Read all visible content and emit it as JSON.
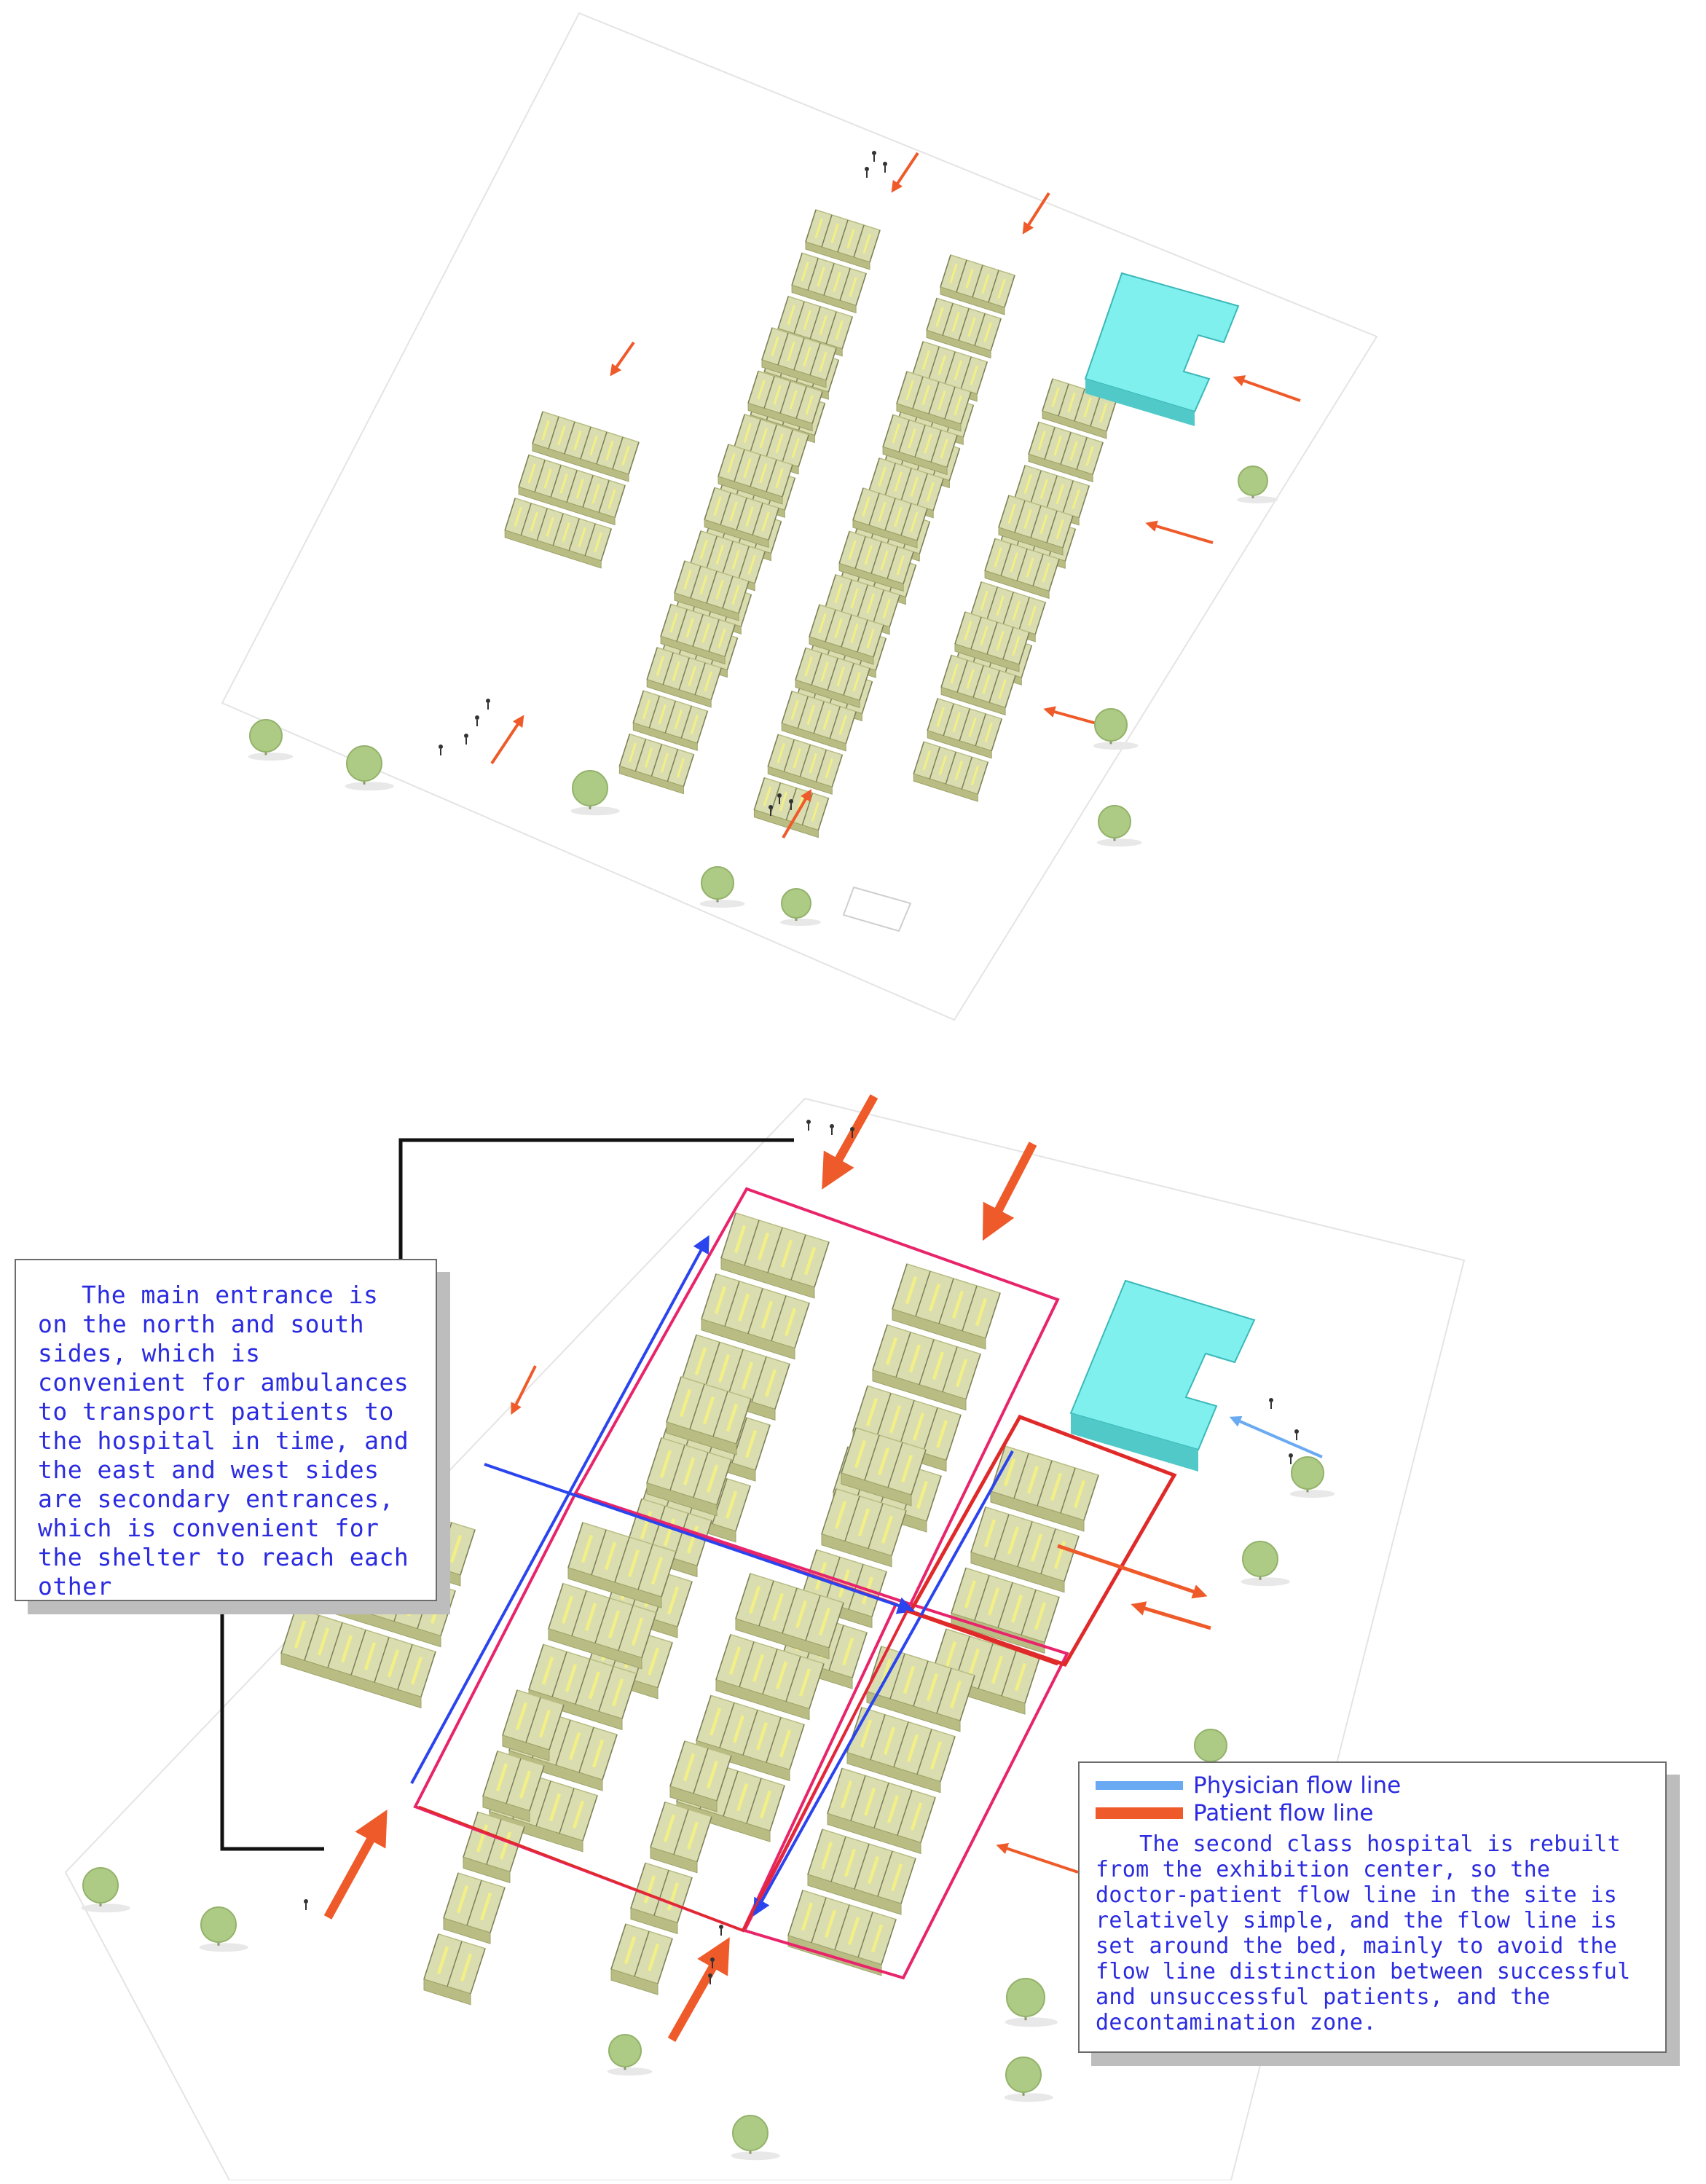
{
  "colors": {
    "ward_block": "#d9ddb0",
    "ward_wall": "#b9bd84",
    "bed_stripe": "#f2ef86",
    "admin_building": "#7ff0ee",
    "patient_arrow": "#ef5a2a",
    "physician_arrow": "#6aaaf2",
    "physician_line": "#2a44ee",
    "zone_outline": "#e8246a",
    "zone_outline_red": "#e02a2a",
    "tree": "#aecb86",
    "site": "#ffffff",
    "text": "#2b2be0"
  },
  "entrance_note": {
    "text": "The main entrance is on the north and south sides, which is convenient for ambulances to transport patients to the hospital in time, and the east and west sides are secondary entrances, which is convenient for the shelter to reach each other"
  },
  "legend": {
    "physician_label": "Physician flow line",
    "patient_label": "Patient flow line",
    "description": "The second class hospital is rebuilt from the exhibition center, so the doctor-patient flow line in the site is relatively simple, and the flow line is set around the bed, mainly to avoid the flow line distinction between successful and unsuccessful patients, and the decontamination zone."
  }
}
